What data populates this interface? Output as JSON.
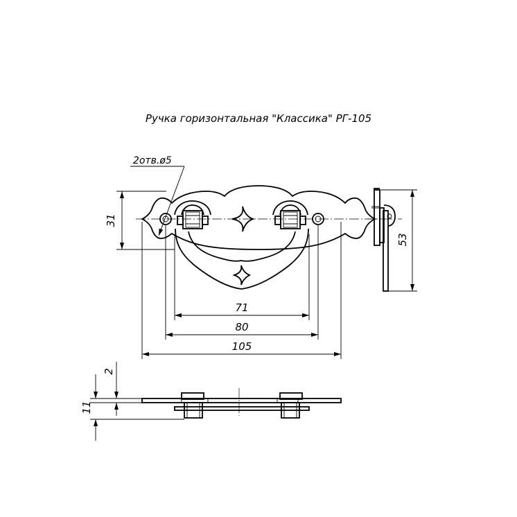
{
  "title": "Ручка горизонтальная \"Классика\" РГ-105",
  "hole_note": "2отв.ø5",
  "dimensions": {
    "inner_span": "71",
    "hole_span": "80",
    "overall_width": "105",
    "plate_height": "31",
    "side_height": "53",
    "plate_thickness": "2",
    "total_depth": "11"
  }
}
